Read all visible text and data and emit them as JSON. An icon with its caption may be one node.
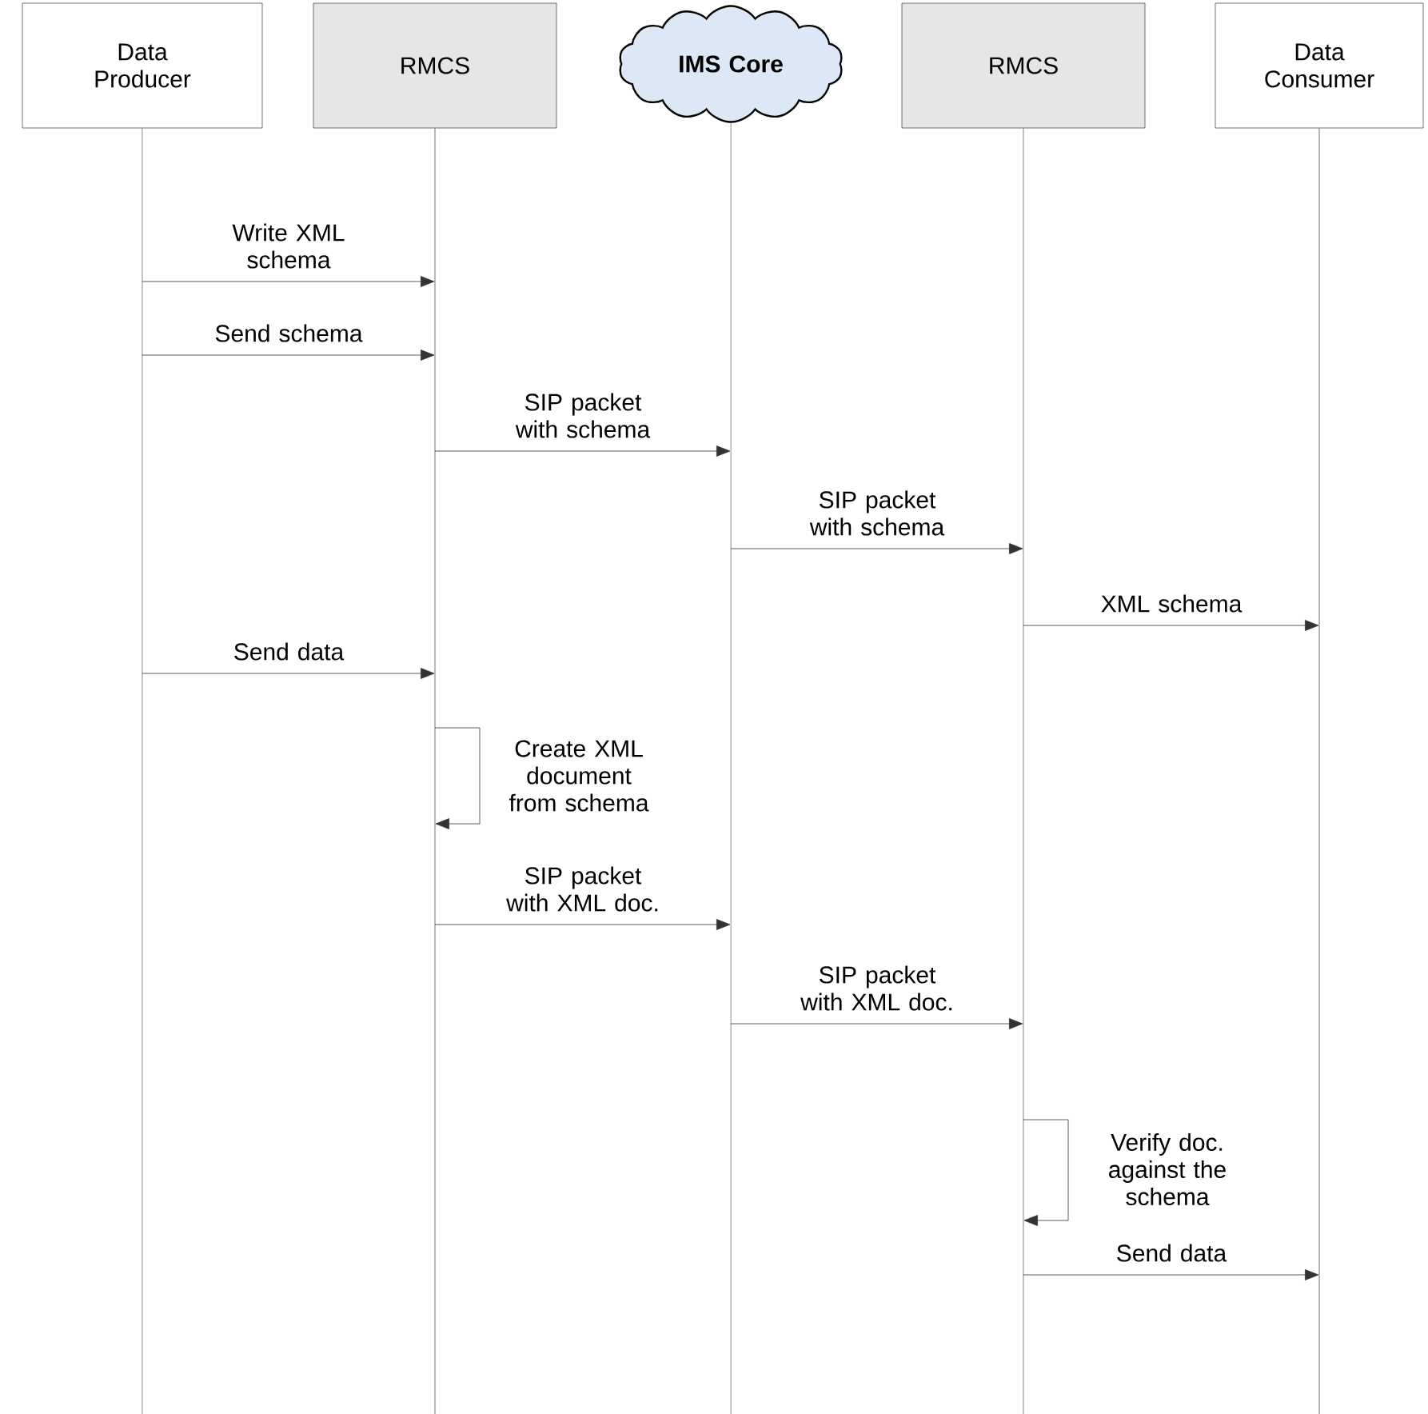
{
  "diagram": {
    "nodes": [
      {
        "text": [
          "Data Producer"
        ]
      },
      {
        "text": [
          "RMCS"
        ]
      },
      {
        "text": [
          "IMS Core"
        ]
      },
      {
        "text": [
          "RMCS"
        ]
      },
      {
        "text": [
          "Data Consumer"
        ]
      }
    ],
    "edges": [
      {
        "from": 0,
        "to": 1,
        "arrow": "to",
        "label": "Write XML schema"
      },
      {
        "from": 0,
        "to": 1,
        "arrow": "to",
        "label": "Send schema"
      },
      {
        "from": 1,
        "to": 2,
        "arrow": "to",
        "label": "SIP packet with schema"
      },
      {
        "from": 2,
        "to": 3,
        "arrow": "to",
        "label": "SIP packet with schema"
      },
      {
        "from": 3,
        "to": 4,
        "arrow": "to",
        "label": "XML schema"
      },
      {
        "from": 0,
        "to": 1,
        "arrow": "to",
        "label": "Send data"
      },
      {
        "from": 1,
        "to": 1,
        "arrow": "to",
        "label": "Create XML document from schema"
      },
      {
        "from": 1,
        "to": 2,
        "arrow": "to",
        "label": "SIP packet with XML doc."
      },
      {
        "from": 2,
        "to": 3,
        "arrow": "to",
        "label": "SIP packet with XML doc."
      },
      {
        "from": 3,
        "to": 3,
        "arrow": "to",
        "label": "Verify doc. against the schema"
      },
      {
        "from": 3,
        "to": 4,
        "arrow": "to",
        "label": "Send data"
      }
    ]
  }
}
